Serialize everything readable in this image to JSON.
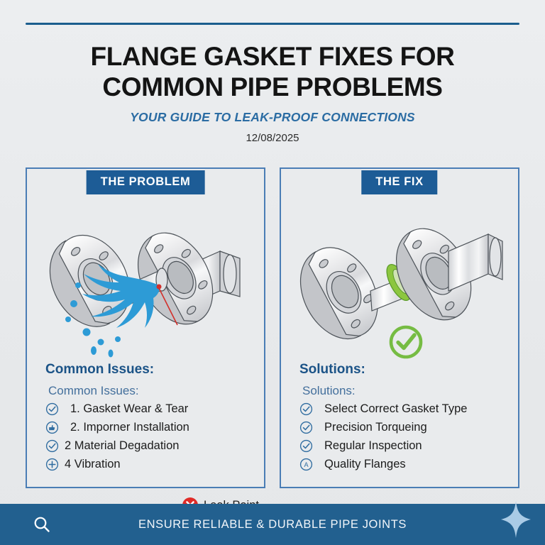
{
  "header": {
    "title": "FLANGE GASKET FIXES FOR COMMON PIPE PROBLEMS",
    "subtitle": "YOUR GUIDE TO LEAK-PROOF CONNECTIONS",
    "date": "12/08/2025"
  },
  "colors": {
    "background": "#e9eaec",
    "accent_blue": "#1d5c96",
    "panel_border": "#4a7db5",
    "subtitle_blue": "#2b6ca3",
    "heading_blue": "#1b5387",
    "subheading_blue": "#436f9c",
    "water_blue": "#2d9bd6",
    "gasket_green": "#76bc43",
    "leak_red": "#e02b27",
    "footer_blue": "#22608f",
    "sparkle_blue": "#a9cbe6"
  },
  "panels": [
    {
      "badge": "THE PROBLEM",
      "illustration": "leaking-flange-joint-illustration",
      "marker": {
        "icon": "x-circle-icon",
        "label": "Leak Point"
      },
      "heading": "Common Issues:",
      "subheading": "Common Issues:",
      "items": [
        {
          "icon": "check-circle-icon",
          "text": "1. Gasket Wear & Tear"
        },
        {
          "icon": "thumbs-up-circle-icon",
          "text": "2. Imporner Installation"
        },
        {
          "icon": "check-circle-icon",
          "text": "2 Material Degadation"
        },
        {
          "icon": "plus-circle-icon",
          "text": "4 Vibration"
        }
      ]
    },
    {
      "badge": "THE FIX",
      "illustration": "sealed-flange-joint-with-gasket-illustration",
      "marker": {
        "icon": "check-circle-icon",
        "label": ""
      },
      "heading": "Solutions:",
      "subheading": "Solutions:",
      "items": [
        {
          "icon": "check-circle-icon",
          "text": "Select Correct Gasket Type"
        },
        {
          "icon": "check-circle-icon",
          "text": "Precision Torqueing"
        },
        {
          "icon": "check-circle-icon",
          "text": "Regular Inspection"
        },
        {
          "icon": "letter-a-circle-icon",
          "text": "Quality Flanges"
        }
      ]
    }
  ],
  "footer": {
    "search_icon": "search-icon",
    "text": "ENSURE RELIABLE & DURABLE PIPE JOINTS",
    "sparkle_icon": "sparkle-icon"
  }
}
